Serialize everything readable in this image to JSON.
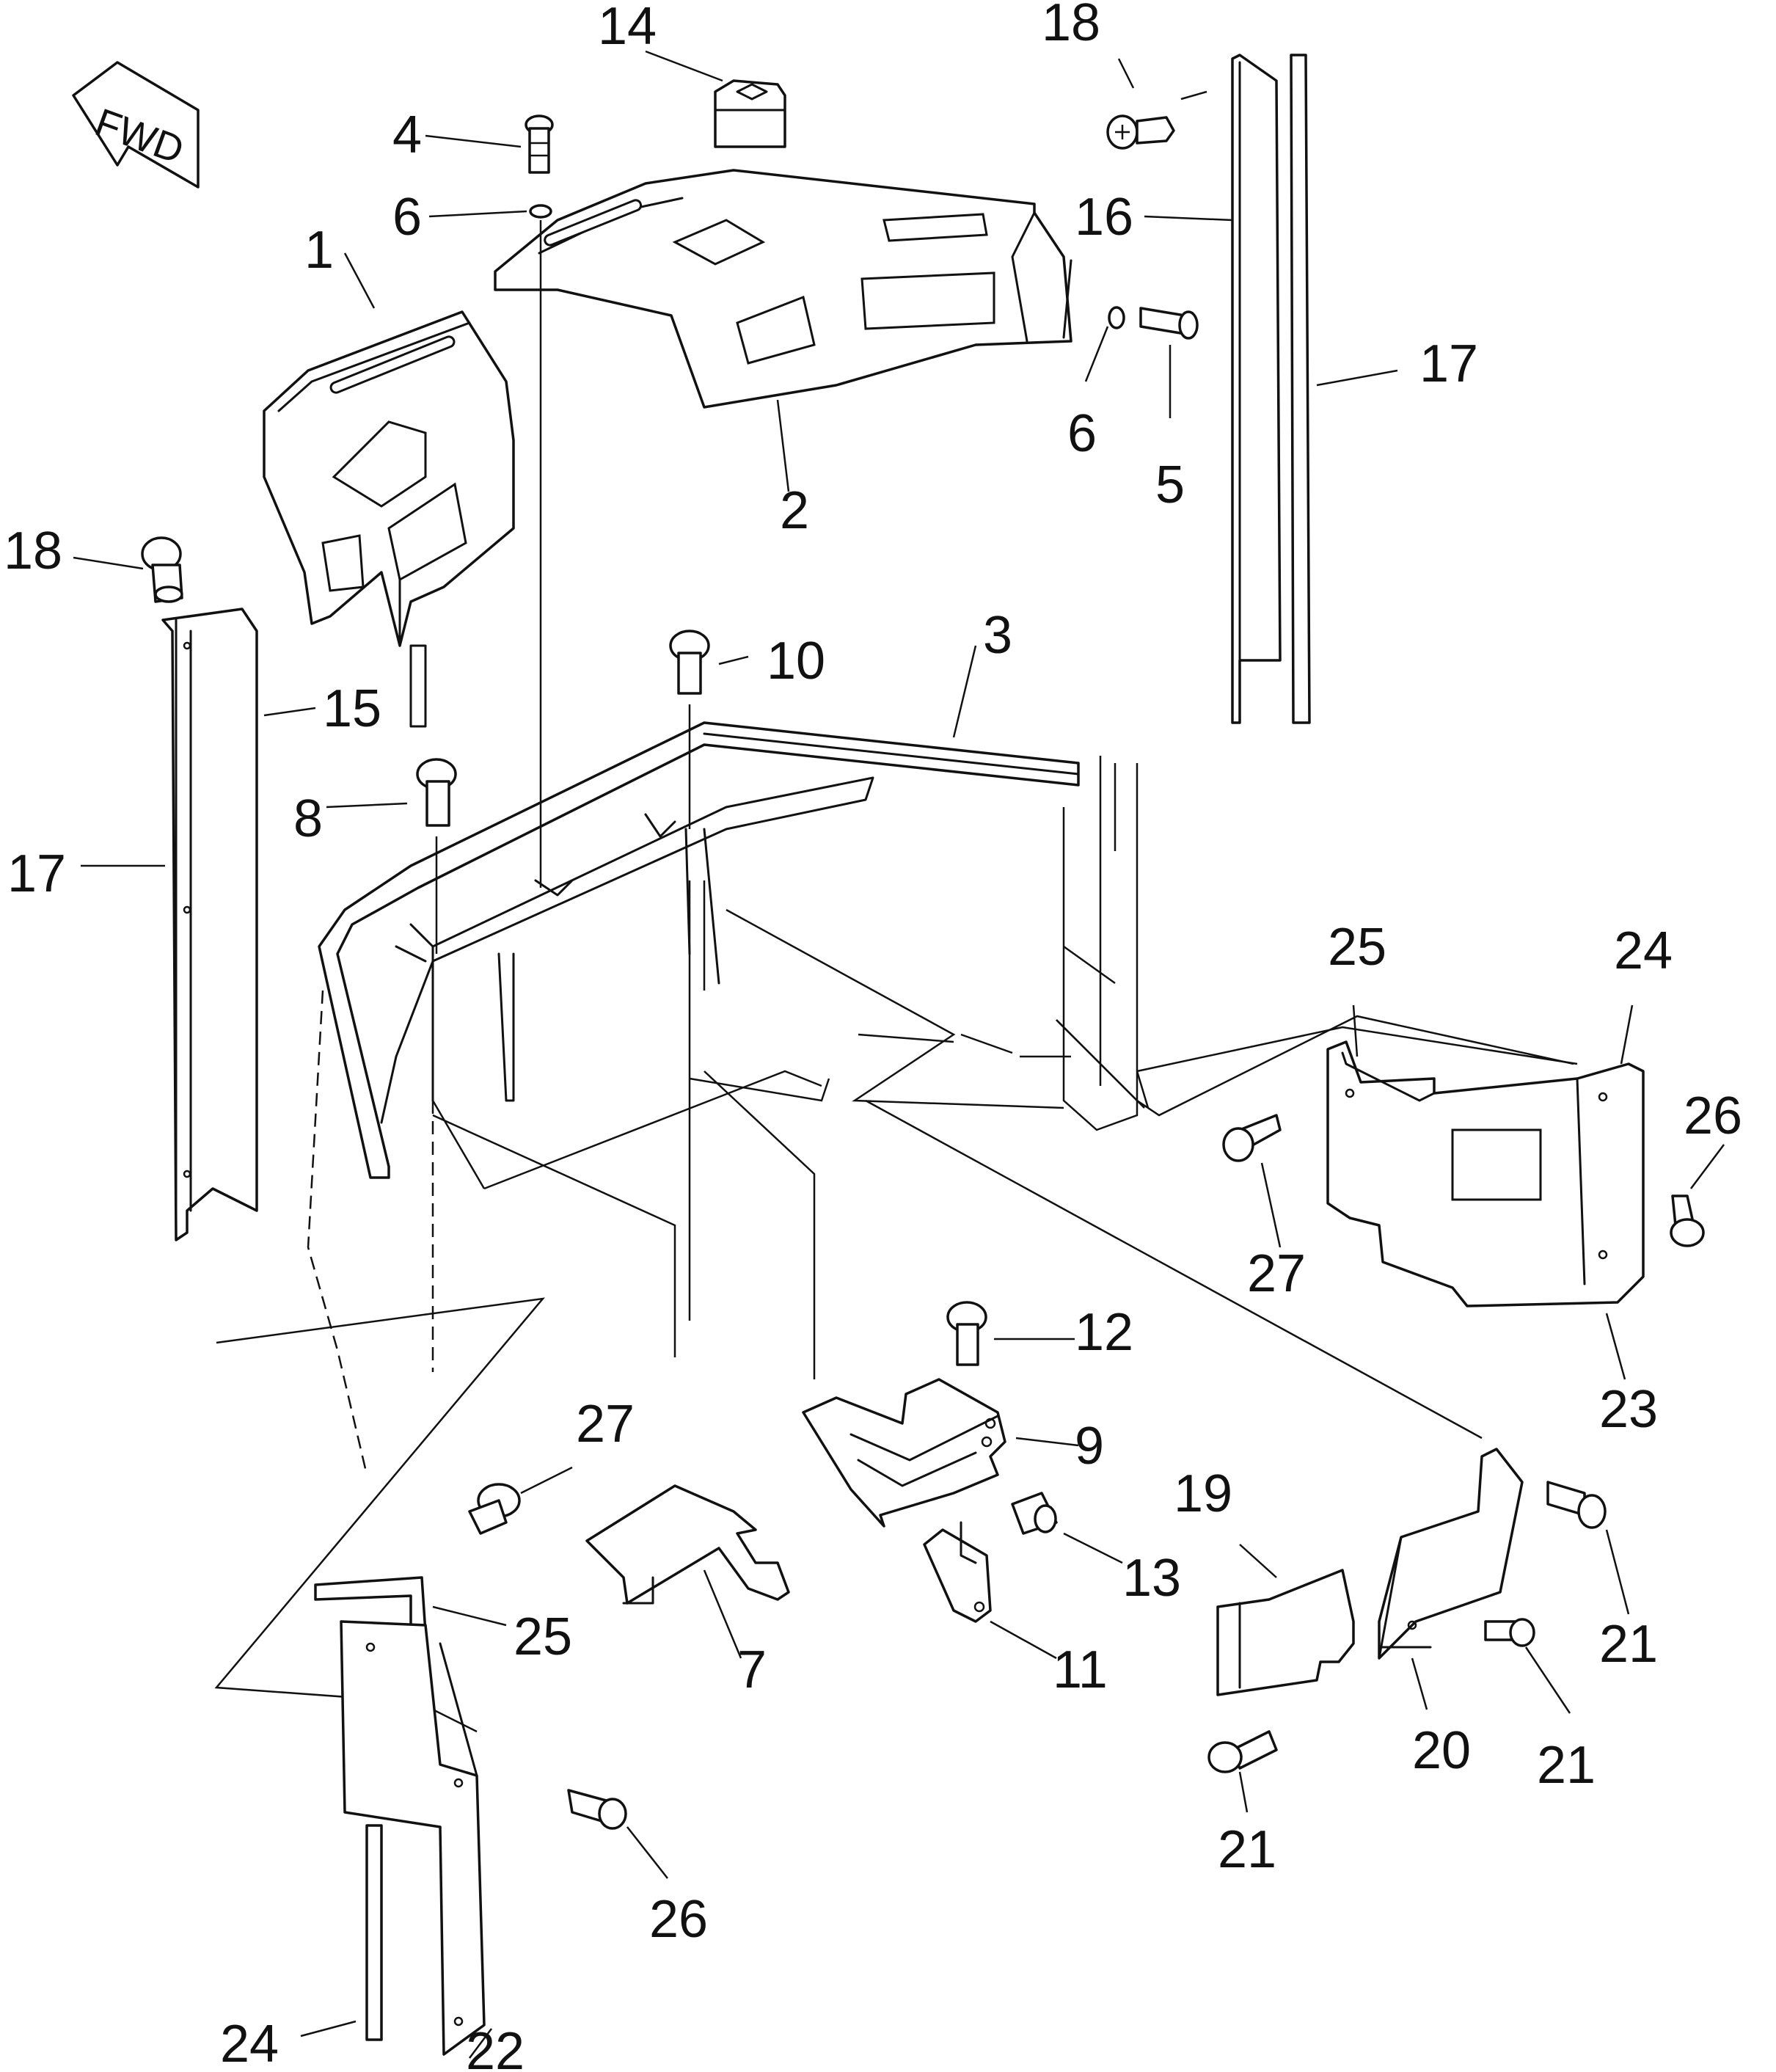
{
  "fwd_label": "FWD",
  "callouts": [
    {
      "id": "c14",
      "text": "14"
    },
    {
      "id": "c18a",
      "text": "18"
    },
    {
      "id": "c4",
      "text": "4"
    },
    {
      "id": "c6a",
      "text": "6"
    },
    {
      "id": "c16",
      "text": "16"
    },
    {
      "id": "c1",
      "text": "1"
    },
    {
      "id": "c6b",
      "text": "6"
    },
    {
      "id": "c5",
      "text": "5"
    },
    {
      "id": "c17a",
      "text": "17"
    },
    {
      "id": "c2",
      "text": "2"
    },
    {
      "id": "c18b",
      "text": "18"
    },
    {
      "id": "c10",
      "text": "10"
    },
    {
      "id": "c3",
      "text": "3"
    },
    {
      "id": "c15",
      "text": "15"
    },
    {
      "id": "c8",
      "text": "8"
    },
    {
      "id": "c17b",
      "text": "17"
    },
    {
      "id": "c25a",
      "text": "25"
    },
    {
      "id": "c24a",
      "text": "24"
    },
    {
      "id": "c26a",
      "text": "26"
    },
    {
      "id": "c27a",
      "text": "27"
    },
    {
      "id": "c12",
      "text": "12"
    },
    {
      "id": "c23",
      "text": "23"
    },
    {
      "id": "c9",
      "text": "9"
    },
    {
      "id": "c27b",
      "text": "27"
    },
    {
      "id": "c19",
      "text": "19"
    },
    {
      "id": "c21a",
      "text": "21"
    },
    {
      "id": "c13",
      "text": "13"
    },
    {
      "id": "c25b",
      "text": "25"
    },
    {
      "id": "c7",
      "text": "7"
    },
    {
      "id": "c11",
      "text": "11"
    },
    {
      "id": "c20",
      "text": "20"
    },
    {
      "id": "c21b",
      "text": "21"
    },
    {
      "id": "c21c",
      "text": "21"
    },
    {
      "id": "c26b",
      "text": "26"
    },
    {
      "id": "c24b",
      "text": "24"
    },
    {
      "id": "c22",
      "text": "22"
    }
  ]
}
